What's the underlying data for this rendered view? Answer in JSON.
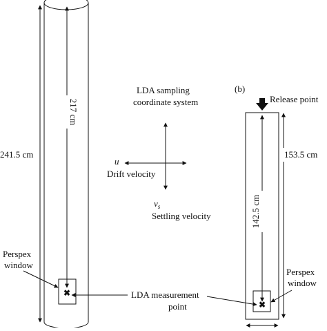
{
  "left_column": {
    "total_height_label": "241.5 cm",
    "travel_distance_label": "217 cm",
    "window_label_line1": "Perspex",
    "window_label_line2": "window"
  },
  "coordinate_system": {
    "title_line1": "LDA sampling",
    "title_line2": "coordinate system",
    "u_symbol": "u",
    "u_label": "Drift velocity",
    "vs_symbol": "v",
    "vs_subscript": "s",
    "vs_label": "Settling velocity"
  },
  "right_column": {
    "panel_label": "(b)",
    "release_label": "Release point",
    "total_height_label": "153.5 cm",
    "travel_distance_label": "142.5 cm",
    "window_label_line1": "Perspex",
    "window_label_line2": "window"
  },
  "measurement": {
    "label_line1": "LDA measurement",
    "label_line2": "point"
  }
}
